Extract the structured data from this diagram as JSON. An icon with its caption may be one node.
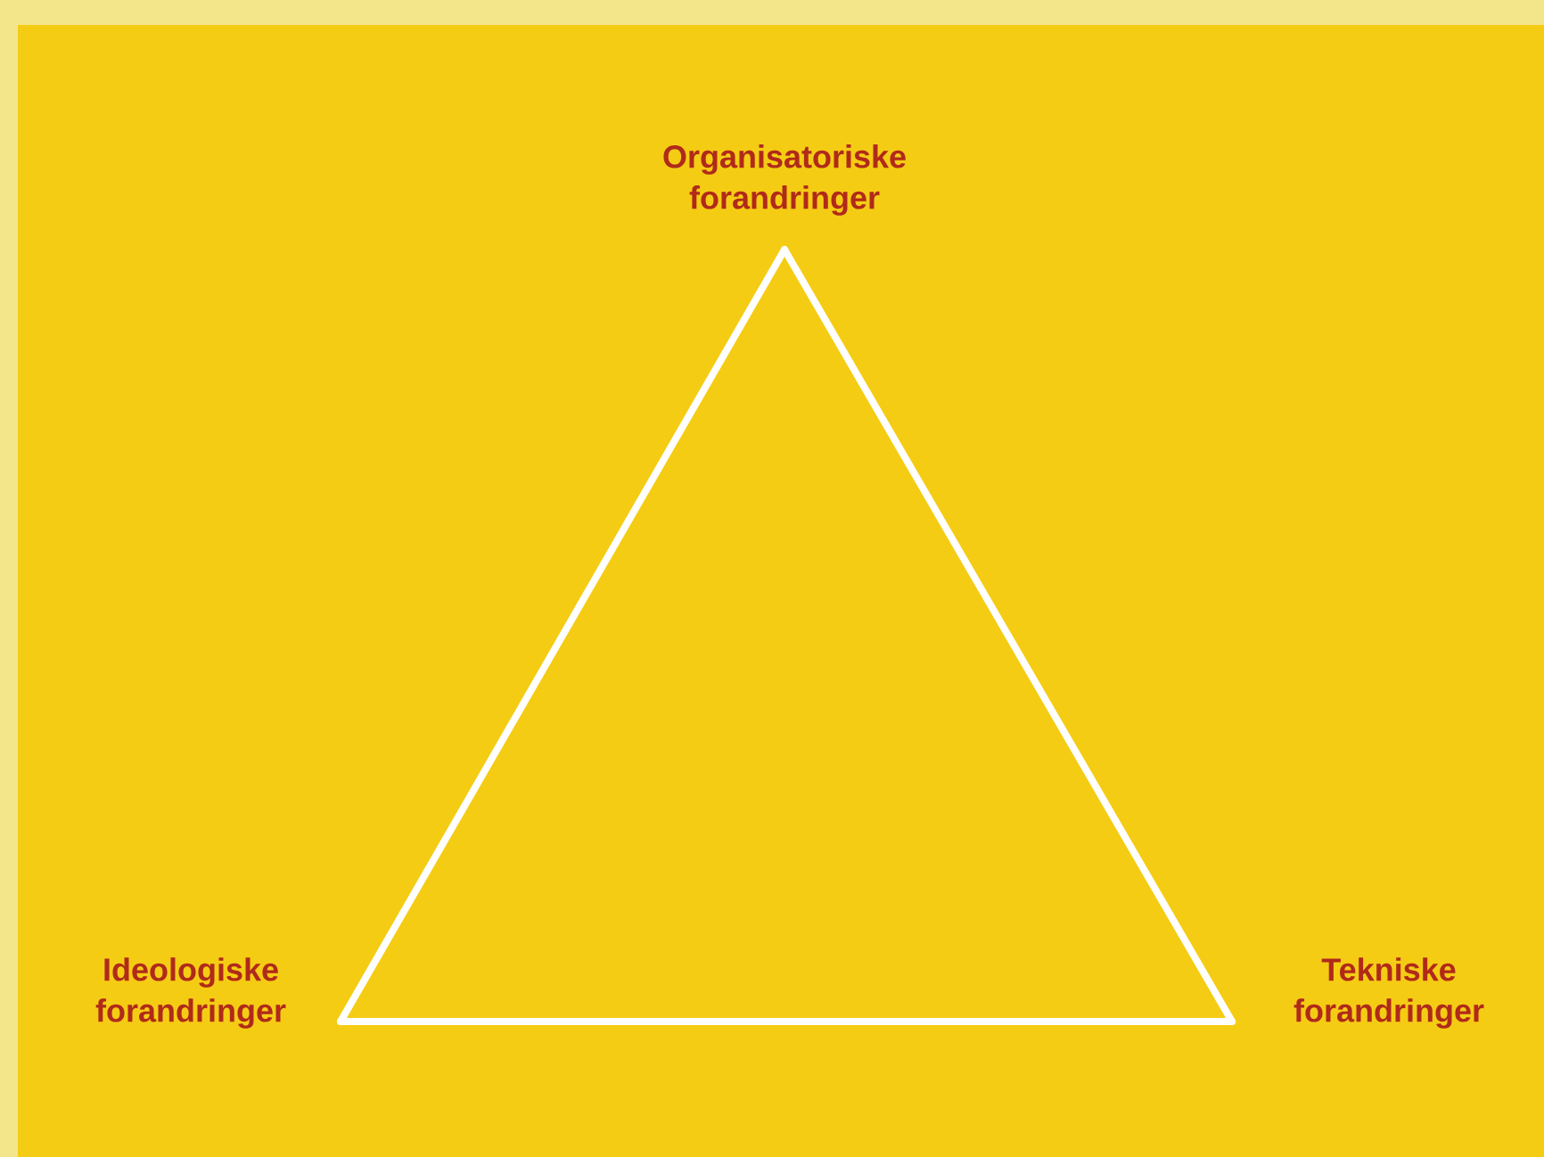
{
  "diagram": {
    "nodes": [
      {
        "text": [
          "Organisatoriske forandringer"
        ]
      },
      {
        "text": [
          "Ideologiske forandringer"
        ]
      },
      {
        "text": [
          "Tekniske forandringer"
        ]
      }
    ],
    "edges": [
      {
        "from": 0,
        "to": 1,
        "arrow": "none"
      },
      {
        "from": 1,
        "to": 2,
        "arrow": "none"
      },
      {
        "from": 2,
        "to": 0,
        "arrow": "none"
      }
    ]
  }
}
